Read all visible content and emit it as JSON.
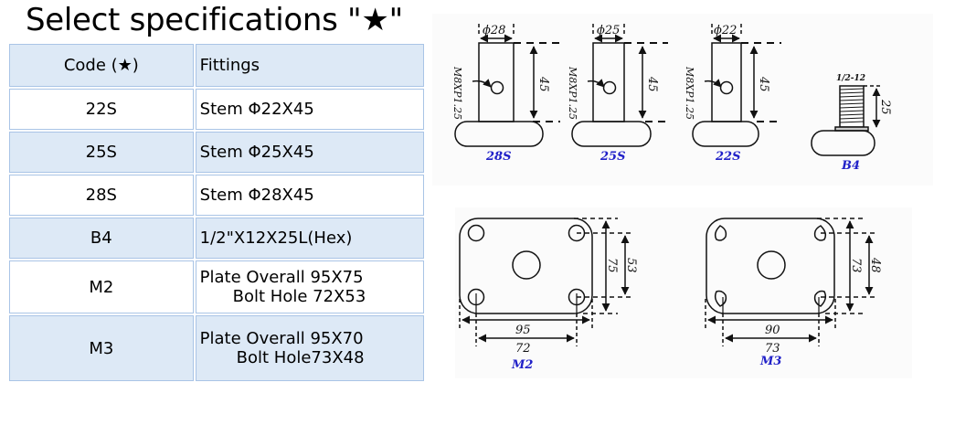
{
  "title": "Select specifications \"★\"",
  "table": {
    "headers": [
      "Code (★)",
      "Fittings"
    ],
    "rows": [
      {
        "code": "22S",
        "fitting_line1": "Stem Φ22X45"
      },
      {
        "code": "25S",
        "fitting_line1": "Stem Φ25X45"
      },
      {
        "code": "28S",
        "fitting_line1": "Stem Φ28X45"
      },
      {
        "code": "B4",
        "fitting_line1": "1/2\"X12X25L(Hex)"
      },
      {
        "code": "M2",
        "fitting_line1": "Plate Overall 95X75",
        "fitting_line2": "Bolt Hole 72X53"
      },
      {
        "code": "M3",
        "fitting_line1": "Plate Overall 95X70",
        "fitting_line2": "Bolt Hole73X48"
      }
    ]
  },
  "colors": {
    "header_bg": "#dde9f6",
    "border": "#a9c4e6",
    "label_blue": "#2020c8"
  },
  "drawings": {
    "stems": [
      {
        "label": "28S",
        "diameter": "ϕ28",
        "height": "45",
        "thread": "M8XP1.25"
      },
      {
        "label": "25S",
        "diameter": "ϕ25",
        "height": "45",
        "thread": "M8XP1.25"
      },
      {
        "label": "22S",
        "diameter": "ϕ22",
        "height": "45",
        "thread": "M8XP1.25"
      }
    ],
    "bolt": {
      "label": "B4",
      "thread": "1/2-12",
      "height": "25"
    },
    "plates": [
      {
        "label": "M2",
        "overall_w": "95",
        "hole_w": "72",
        "overall_h": "75",
        "hole_h": "53"
      },
      {
        "label": "M3",
        "overall_w": "90",
        "hole_w": "73",
        "overall_h": "73",
        "hole_h": "48"
      }
    ]
  }
}
